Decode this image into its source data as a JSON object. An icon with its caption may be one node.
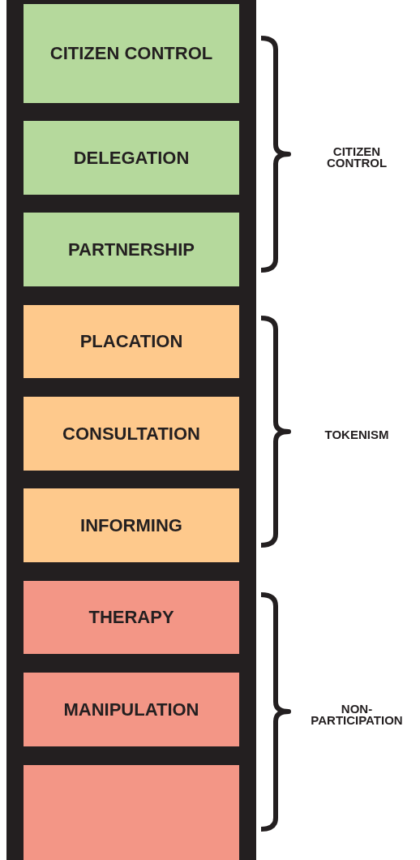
{
  "diagram": {
    "nodes": [
      {
        "text": [
          "CITIZEN CONTROL"
        ]
      },
      {
        "text": [
          "DELEGATION"
        ]
      },
      {
        "text": [
          "PARTNERSHIP"
        ]
      },
      {
        "text": [
          "PLACATION"
        ]
      },
      {
        "text": [
          "CONSULTATION"
        ]
      },
      {
        "text": [
          "INFORMING"
        ]
      },
      {
        "text": [
          "THERAPY"
        ]
      },
      {
        "text": [
          "MANIPULATION"
        ]
      },
      {
        "text": [],
        "shape": "box"
      }
    ],
    "labels": [
      "CITIZEN CONTROL",
      "TOKENISM",
      "NON-PARTICIPATION"
    ]
  }
}
